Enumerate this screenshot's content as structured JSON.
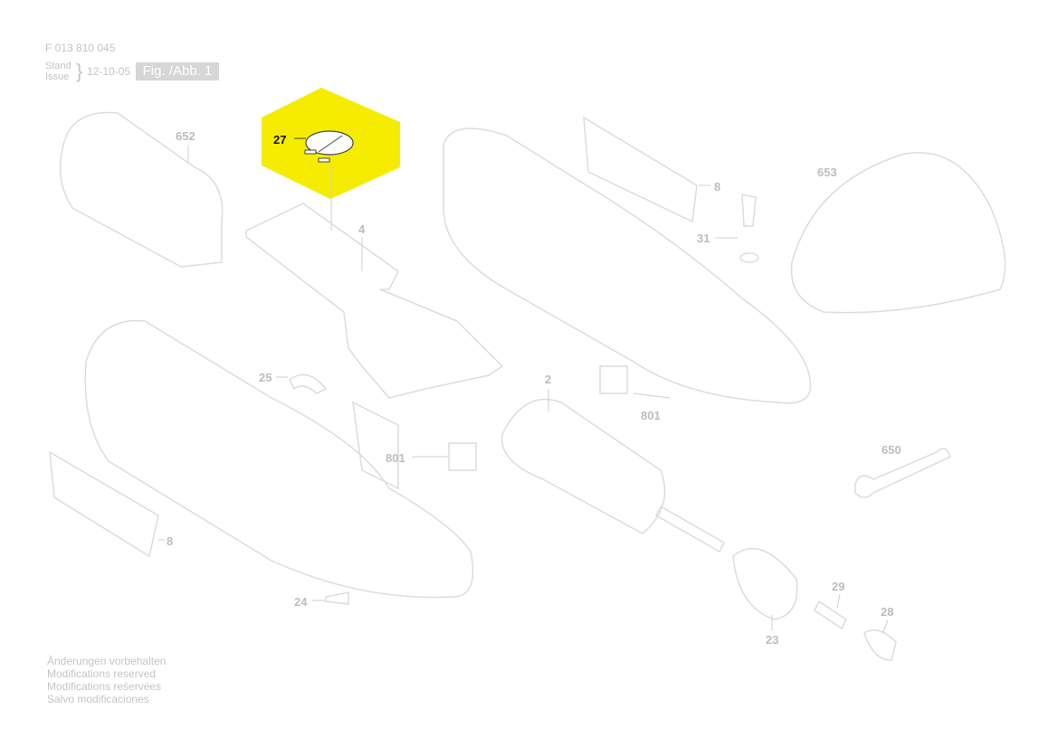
{
  "header": {
    "part_number": "F 013 810 045",
    "stand_label": "Stand",
    "issue_label": "Issue",
    "date": "12-10-05",
    "figure_label": "Fig. /Abb. 1"
  },
  "highlight_color": "#f5ec00",
  "parts": [
    {
      "id": "652"
    },
    {
      "id": "27"
    },
    {
      "id": "4"
    },
    {
      "id": "8"
    },
    {
      "id": "653"
    },
    {
      "id": "31"
    },
    {
      "id": "25"
    },
    {
      "id": "2"
    },
    {
      "id": "801"
    },
    {
      "id": "801"
    },
    {
      "id": "650"
    },
    {
      "id": "8"
    },
    {
      "id": "24"
    },
    {
      "id": "29"
    },
    {
      "id": "28"
    },
    {
      "id": "23"
    }
  ],
  "footer": {
    "lines": [
      "Änderungen vorbehalten",
      "Modifications reserved",
      "Modifications reśervées",
      "Salvo modificaciones"
    ]
  }
}
